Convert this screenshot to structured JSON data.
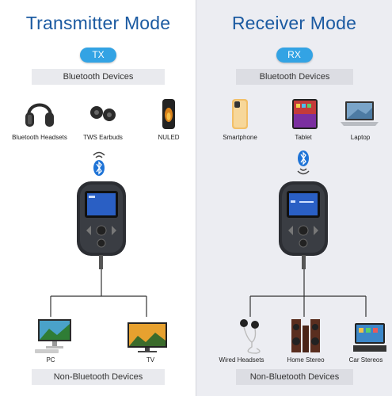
{
  "tx": {
    "title": "Transmitter Mode",
    "badge": "TX",
    "top_section": "Bluetooth Devices",
    "top_devices": [
      {
        "label": "Bluetooth Headsets",
        "icon": "headphones-icon"
      },
      {
        "label": "TWS Earbuds",
        "icon": "earbuds-icon"
      },
      {
        "label": "NULED",
        "icon": "speaker-lantern-icon"
      }
    ],
    "bottom_devices": [
      {
        "label": "PC",
        "icon": "pc-icon"
      },
      {
        "label": "TV",
        "icon": "tv-icon"
      }
    ],
    "bottom_section": "Non-Bluetooth Devices"
  },
  "rx": {
    "title": "Receiver Mode",
    "badge": "RX",
    "top_section": "Bluetooth Devices",
    "top_devices": [
      {
        "label": "Smartphone",
        "icon": "smartphone-icon"
      },
      {
        "label": "Tablet",
        "icon": "tablet-icon"
      },
      {
        "label": "Laptop",
        "icon": "laptop-icon"
      }
    ],
    "bottom_devices": [
      {
        "label": "Wired Headsets",
        "icon": "wired-headset-icon"
      },
      {
        "label": "Home Stereo",
        "icon": "home-stereo-icon"
      },
      {
        "label": "Car Stereos",
        "icon": "car-stereo-icon"
      }
    ],
    "bottom_section": "Non-Bluetooth Devices"
  },
  "colors": {
    "title": "#1b5aa1",
    "badge": "#33a3e4",
    "bluetooth": "#1e73d6",
    "right_bg": "#ecedf2"
  }
}
